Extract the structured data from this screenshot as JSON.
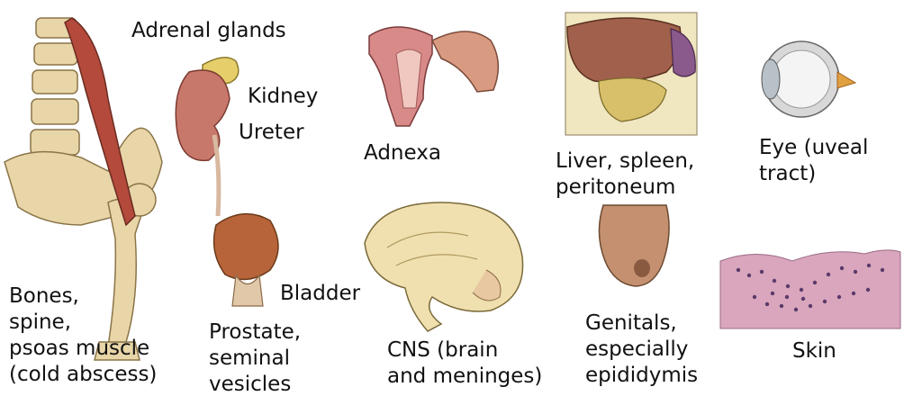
{
  "labels": {
    "adrenal": "Adrenal glands",
    "kidney": "Kidney",
    "ureter": "Ureter",
    "adnexa": "Adnexa",
    "liver": [
      "Liver, spleen,",
      "peritoneum"
    ],
    "eye": [
      "Eye (uveal",
      "tract)"
    ],
    "bones": [
      "Bones,",
      "spine,",
      "psoas muscle",
      "(cold abscess)"
    ],
    "bladder": "Bladder",
    "prostate": [
      "Prostate,",
      "seminal",
      "vesicles"
    ],
    "cns": [
      "CNS (brain",
      "and meninges)"
    ],
    "genitals": [
      "Genitals,",
      "especially",
      "epididymis"
    ],
    "skin": "Skin"
  },
  "colors": {
    "text": "#111111",
    "bone": "#e8d6a8",
    "muscle": "#b44a3c",
    "kidney": "#c8786a",
    "adrenal": "#e6cf6a",
    "liver": "#a0604c",
    "stomach": "#d8c06a",
    "spleen": "#8a5a8c",
    "uterus": "#d88a88",
    "bladder": "#b8643a",
    "brain": "#f0e0b0",
    "skin_tissue": "#d9a6bd",
    "skin_cells": "#5a3a6a",
    "eye": "#d8d8d8",
    "genital": "#c49070"
  }
}
